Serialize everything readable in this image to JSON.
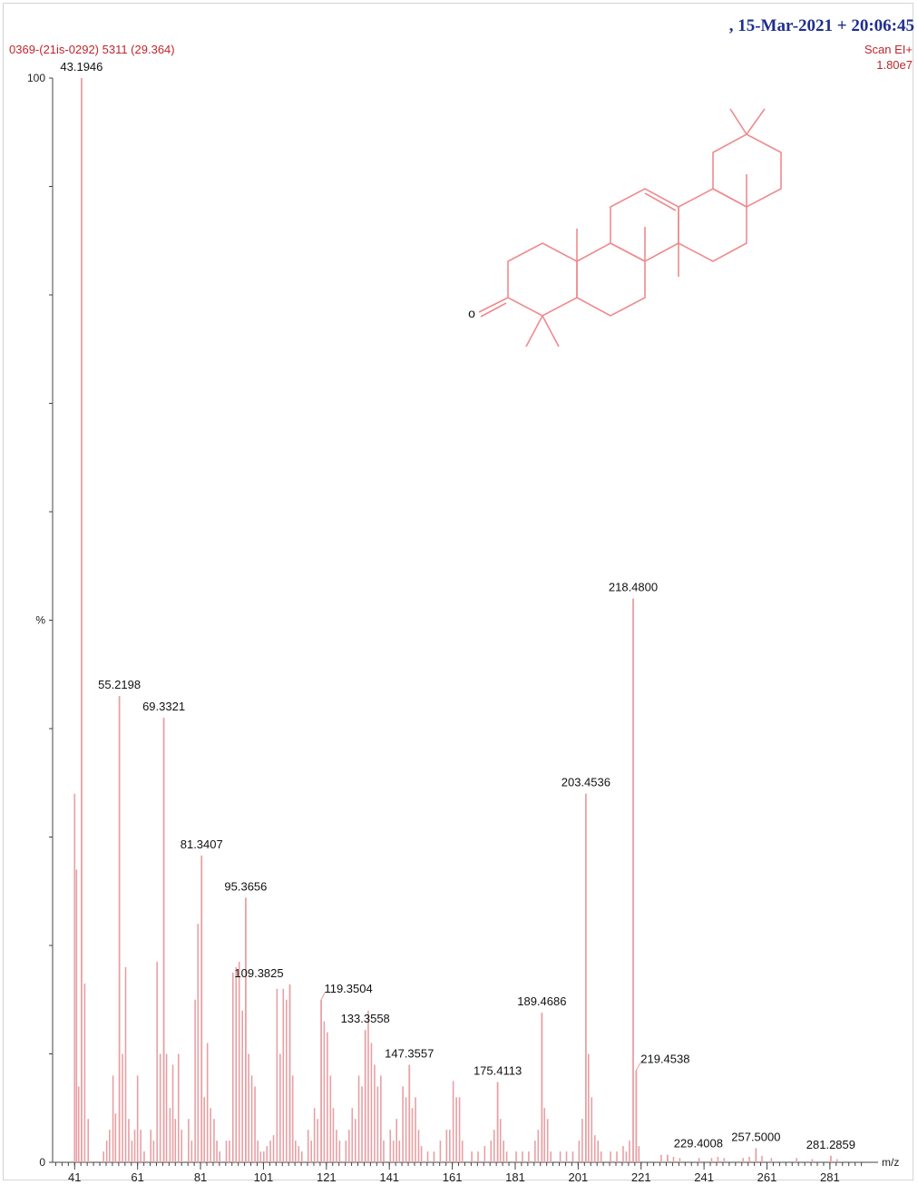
{
  "header": {
    "left_label": "0369-(21is-0292) 5311 (29.364)",
    "datetime": ", 15-Mar-2021 + 20:06:45",
    "scan_mode": "Scan EI+",
    "base_intensity": "1.80e7"
  },
  "colors": {
    "peak": "#e8a0a4",
    "header_red": "#c0262c",
    "header_blue": "#1f2f8f",
    "axis": "#444444",
    "structure": "#ef8a8e"
  },
  "structure": {
    "atom_label": "o"
  },
  "chart_data": {
    "type": "bar",
    "title": "",
    "xlabel": "m/z",
    "ylabel": "%",
    "xlim": [
      34,
      294
    ],
    "ylim": [
      0,
      100
    ],
    "x_ticks": [
      41,
      61,
      81,
      101,
      121,
      141,
      161,
      181,
      201,
      221,
      241,
      261,
      281
    ],
    "y_tick_labels": [
      {
        "value": 0,
        "label": "0"
      },
      {
        "value": 50,
        "label": "%"
      },
      {
        "value": 100,
        "label": "100"
      }
    ],
    "grid": false,
    "labeled_peaks": [
      {
        "mz": 43.1946,
        "intensity": 100,
        "label": "43.1946"
      },
      {
        "mz": 55.2198,
        "intensity": 43.0,
        "label": "55.2198"
      },
      {
        "mz": 69.3321,
        "intensity": 41.0,
        "label": "69.3321"
      },
      {
        "mz": 81.3407,
        "intensity": 28.3,
        "label": "81.3407"
      },
      {
        "mz": 95.3656,
        "intensity": 24.4,
        "label": "95.3656"
      },
      {
        "mz": 109.3825,
        "intensity": 16.4,
        "label": "109.3825"
      },
      {
        "mz": 119.3504,
        "intensity": 15.0,
        "label": "119.3504"
      },
      {
        "mz": 133.3558,
        "intensity": 12.2,
        "label": "133.3558"
      },
      {
        "mz": 147.3557,
        "intensity": 9.0,
        "label": "147.3557"
      },
      {
        "mz": 175.4113,
        "intensity": 7.4,
        "label": "175.4113"
      },
      {
        "mz": 189.4686,
        "intensity": 13.8,
        "label": "189.4686"
      },
      {
        "mz": 203.4536,
        "intensity": 34.0,
        "label": "203.4536"
      },
      {
        "mz": 218.48,
        "intensity": 52.0,
        "label": "218.4800"
      },
      {
        "mz": 219.4538,
        "intensity": 8.5,
        "label": "219.4538"
      },
      {
        "mz": 229.4008,
        "intensity": 0.7,
        "label": "229.4008"
      },
      {
        "mz": 257.5,
        "intensity": 1.3,
        "label": "257.5000"
      },
      {
        "mz": 281.2859,
        "intensity": 0.6,
        "label": "281.2859"
      }
    ],
    "peaks": [
      [
        41.0,
        34.0
      ],
      [
        41.6,
        27.0
      ],
      [
        42.3,
        7.0
      ],
      [
        44.2,
        16.5
      ],
      [
        45.3,
        4.0
      ],
      [
        50.2,
        1.0
      ],
      [
        51.2,
        2.0
      ],
      [
        52.1,
        3.0
      ],
      [
        53.2,
        8.0
      ],
      [
        54.0,
        4.5
      ],
      [
        56.2,
        10.0
      ],
      [
        57.2,
        18.0
      ],
      [
        58.2,
        4.0
      ],
      [
        59.2,
        2.0
      ],
      [
        60.1,
        3.0
      ],
      [
        61.0,
        8.0
      ],
      [
        62.0,
        3.0
      ],
      [
        63.1,
        1.0
      ],
      [
        65.2,
        3.0
      ],
      [
        66.1,
        2.0
      ],
      [
        67.2,
        18.5
      ],
      [
        68.2,
        10.0
      ],
      [
        70.2,
        10.0
      ],
      [
        71.3,
        5.0
      ],
      [
        72.2,
        9.0
      ],
      [
        73.0,
        4.0
      ],
      [
        74.0,
        10.0
      ],
      [
        75.0,
        3.0
      ],
      [
        77.2,
        4.0
      ],
      [
        78.2,
        2.0
      ],
      [
        79.3,
        15.0
      ],
      [
        80.2,
        22.0
      ],
      [
        82.2,
        6.0
      ],
      [
        83.2,
        11.0
      ],
      [
        84.2,
        5.0
      ],
      [
        85.3,
        4.0
      ],
      [
        86.2,
        2.0
      ],
      [
        87.1,
        1.0
      ],
      [
        89.2,
        2.0
      ],
      [
        90.2,
        2.0
      ],
      [
        91.3,
        17.5
      ],
      [
        92.3,
        18.0
      ],
      [
        93.3,
        18.5
      ],
      [
        94.3,
        14.0
      ],
      [
        96.3,
        10.0
      ],
      [
        97.3,
        8.0
      ],
      [
        98.3,
        7.0
      ],
      [
        99.2,
        2.0
      ],
      [
        100.1,
        1.0
      ],
      [
        101.1,
        1.0
      ],
      [
        102.1,
        1.5
      ],
      [
        103.2,
        2.0
      ],
      [
        104.2,
        2.5
      ],
      [
        105.3,
        16.0
      ],
      [
        106.3,
        10.0
      ],
      [
        107.3,
        16.0
      ],
      [
        108.3,
        15.0
      ],
      [
        110.3,
        8.0
      ],
      [
        111.2,
        2.0
      ],
      [
        112.2,
        1.5
      ],
      [
        113.2,
        1.0
      ],
      [
        115.2,
        3.0
      ],
      [
        116.2,
        2.0
      ],
      [
        117.2,
        5.0
      ],
      [
        118.2,
        4.0
      ],
      [
        120.3,
        13.0
      ],
      [
        121.3,
        12.0
      ],
      [
        122.3,
        8.0
      ],
      [
        123.2,
        5.0
      ],
      [
        124.2,
        3.0
      ],
      [
        125.2,
        2.0
      ],
      [
        127.2,
        2.0
      ],
      [
        128.2,
        3.0
      ],
      [
        129.2,
        5.0
      ],
      [
        130.2,
        4.0
      ],
      [
        131.3,
        8.0
      ],
      [
        132.3,
        7.0
      ],
      [
        134.3,
        14.0
      ],
      [
        135.3,
        11.0
      ],
      [
        136.3,
        9.0
      ],
      [
        137.3,
        7.0
      ],
      [
        138.3,
        8.0
      ],
      [
        139.2,
        2.0
      ],
      [
        141.3,
        3.0
      ],
      [
        142.3,
        2.0
      ],
      [
        143.3,
        4.0
      ],
      [
        144.2,
        2.0
      ],
      [
        145.3,
        7.0
      ],
      [
        146.3,
        6.0
      ],
      [
        148.3,
        5.0
      ],
      [
        149.3,
        6.0
      ],
      [
        150.3,
        3.0
      ],
      [
        151.2,
        1.5
      ],
      [
        153.2,
        1.0
      ],
      [
        155.2,
        1.0
      ],
      [
        157.2,
        2.0
      ],
      [
        159.2,
        3.0
      ],
      [
        160.2,
        3.0
      ],
      [
        161.3,
        7.5
      ],
      [
        162.3,
        6.0
      ],
      [
        163.3,
        6.0
      ],
      [
        164.2,
        2.0
      ],
      [
        167.2,
        1.0
      ],
      [
        169.2,
        1.0
      ],
      [
        171.3,
        1.5
      ],
      [
        173.3,
        2.0
      ],
      [
        174.3,
        3.0
      ],
      [
        176.3,
        4.0
      ],
      [
        177.3,
        2.0
      ],
      [
        178.3,
        1.0
      ],
      [
        181.3,
        1.0
      ],
      [
        183.3,
        1.0
      ],
      [
        185.3,
        1.0
      ],
      [
        187.3,
        2.0
      ],
      [
        188.3,
        3.0
      ],
      [
        190.3,
        5.0
      ],
      [
        191.3,
        4.0
      ],
      [
        192.3,
        1.0
      ],
      [
        195.3,
        1.0
      ],
      [
        197.3,
        1.0
      ],
      [
        199.3,
        1.0
      ],
      [
        201.3,
        2.0
      ],
      [
        202.3,
        4.0
      ],
      [
        204.3,
        10.0
      ],
      [
        205.3,
        6.0
      ],
      [
        206.3,
        2.5
      ],
      [
        207.3,
        2.0
      ],
      [
        208.3,
        1.0
      ],
      [
        211.3,
        1.0
      ],
      [
        213.3,
        1.0
      ],
      [
        215.3,
        1.5
      ],
      [
        216.3,
        1.0
      ],
      [
        217.3,
        2.0
      ],
      [
        220.3,
        1.5
      ],
      [
        227.4,
        0.7
      ],
      [
        231.3,
        0.5
      ],
      [
        233.3,
        0.4
      ],
      [
        239.4,
        0.4
      ],
      [
        243.4,
        0.4
      ],
      [
        245.4,
        0.5
      ],
      [
        247.4,
        0.4
      ],
      [
        253.4,
        0.4
      ],
      [
        255.4,
        0.5
      ],
      [
        259.4,
        0.6
      ],
      [
        262.4,
        0.4
      ],
      [
        270.4,
        0.4
      ],
      [
        275.4,
        0.3
      ],
      [
        283.3,
        0.3
      ]
    ]
  }
}
